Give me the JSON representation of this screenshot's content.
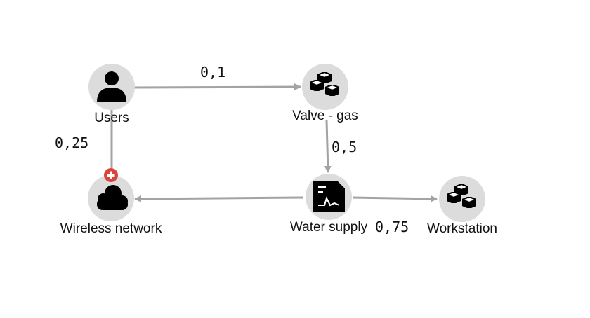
{
  "diagram": {
    "nodes": [
      {
        "id": "users",
        "label": "Users",
        "icon": "user-icon"
      },
      {
        "id": "valve-gas",
        "label": "Valve - gas",
        "icon": "cubes-icon"
      },
      {
        "id": "wireless-network",
        "label": "Wireless network",
        "icon": "cloud-icon",
        "badge": "plus-badge-icon"
      },
      {
        "id": "water-supply",
        "label": "Water supply",
        "icon": "document-chart-icon"
      },
      {
        "id": "workstation",
        "label": "Workstation",
        "icon": "cubes-icon"
      }
    ],
    "edges": [
      {
        "from": "users",
        "to": "valve-gas",
        "label": "0,1"
      },
      {
        "from": "users",
        "to": "wireless-network",
        "label": "0,25"
      },
      {
        "from": "valve-gas",
        "to": "water-supply",
        "label": "0,5"
      },
      {
        "from": "water-supply",
        "to": "wireless-network",
        "label": ""
      },
      {
        "from": "water-supply",
        "to": "workstation",
        "label": "0,75"
      }
    ],
    "colors": {
      "node_fill": "#dcdcdc",
      "edge": "#a3a3a3",
      "icon": "#000000",
      "badge": "#d9453a"
    }
  }
}
